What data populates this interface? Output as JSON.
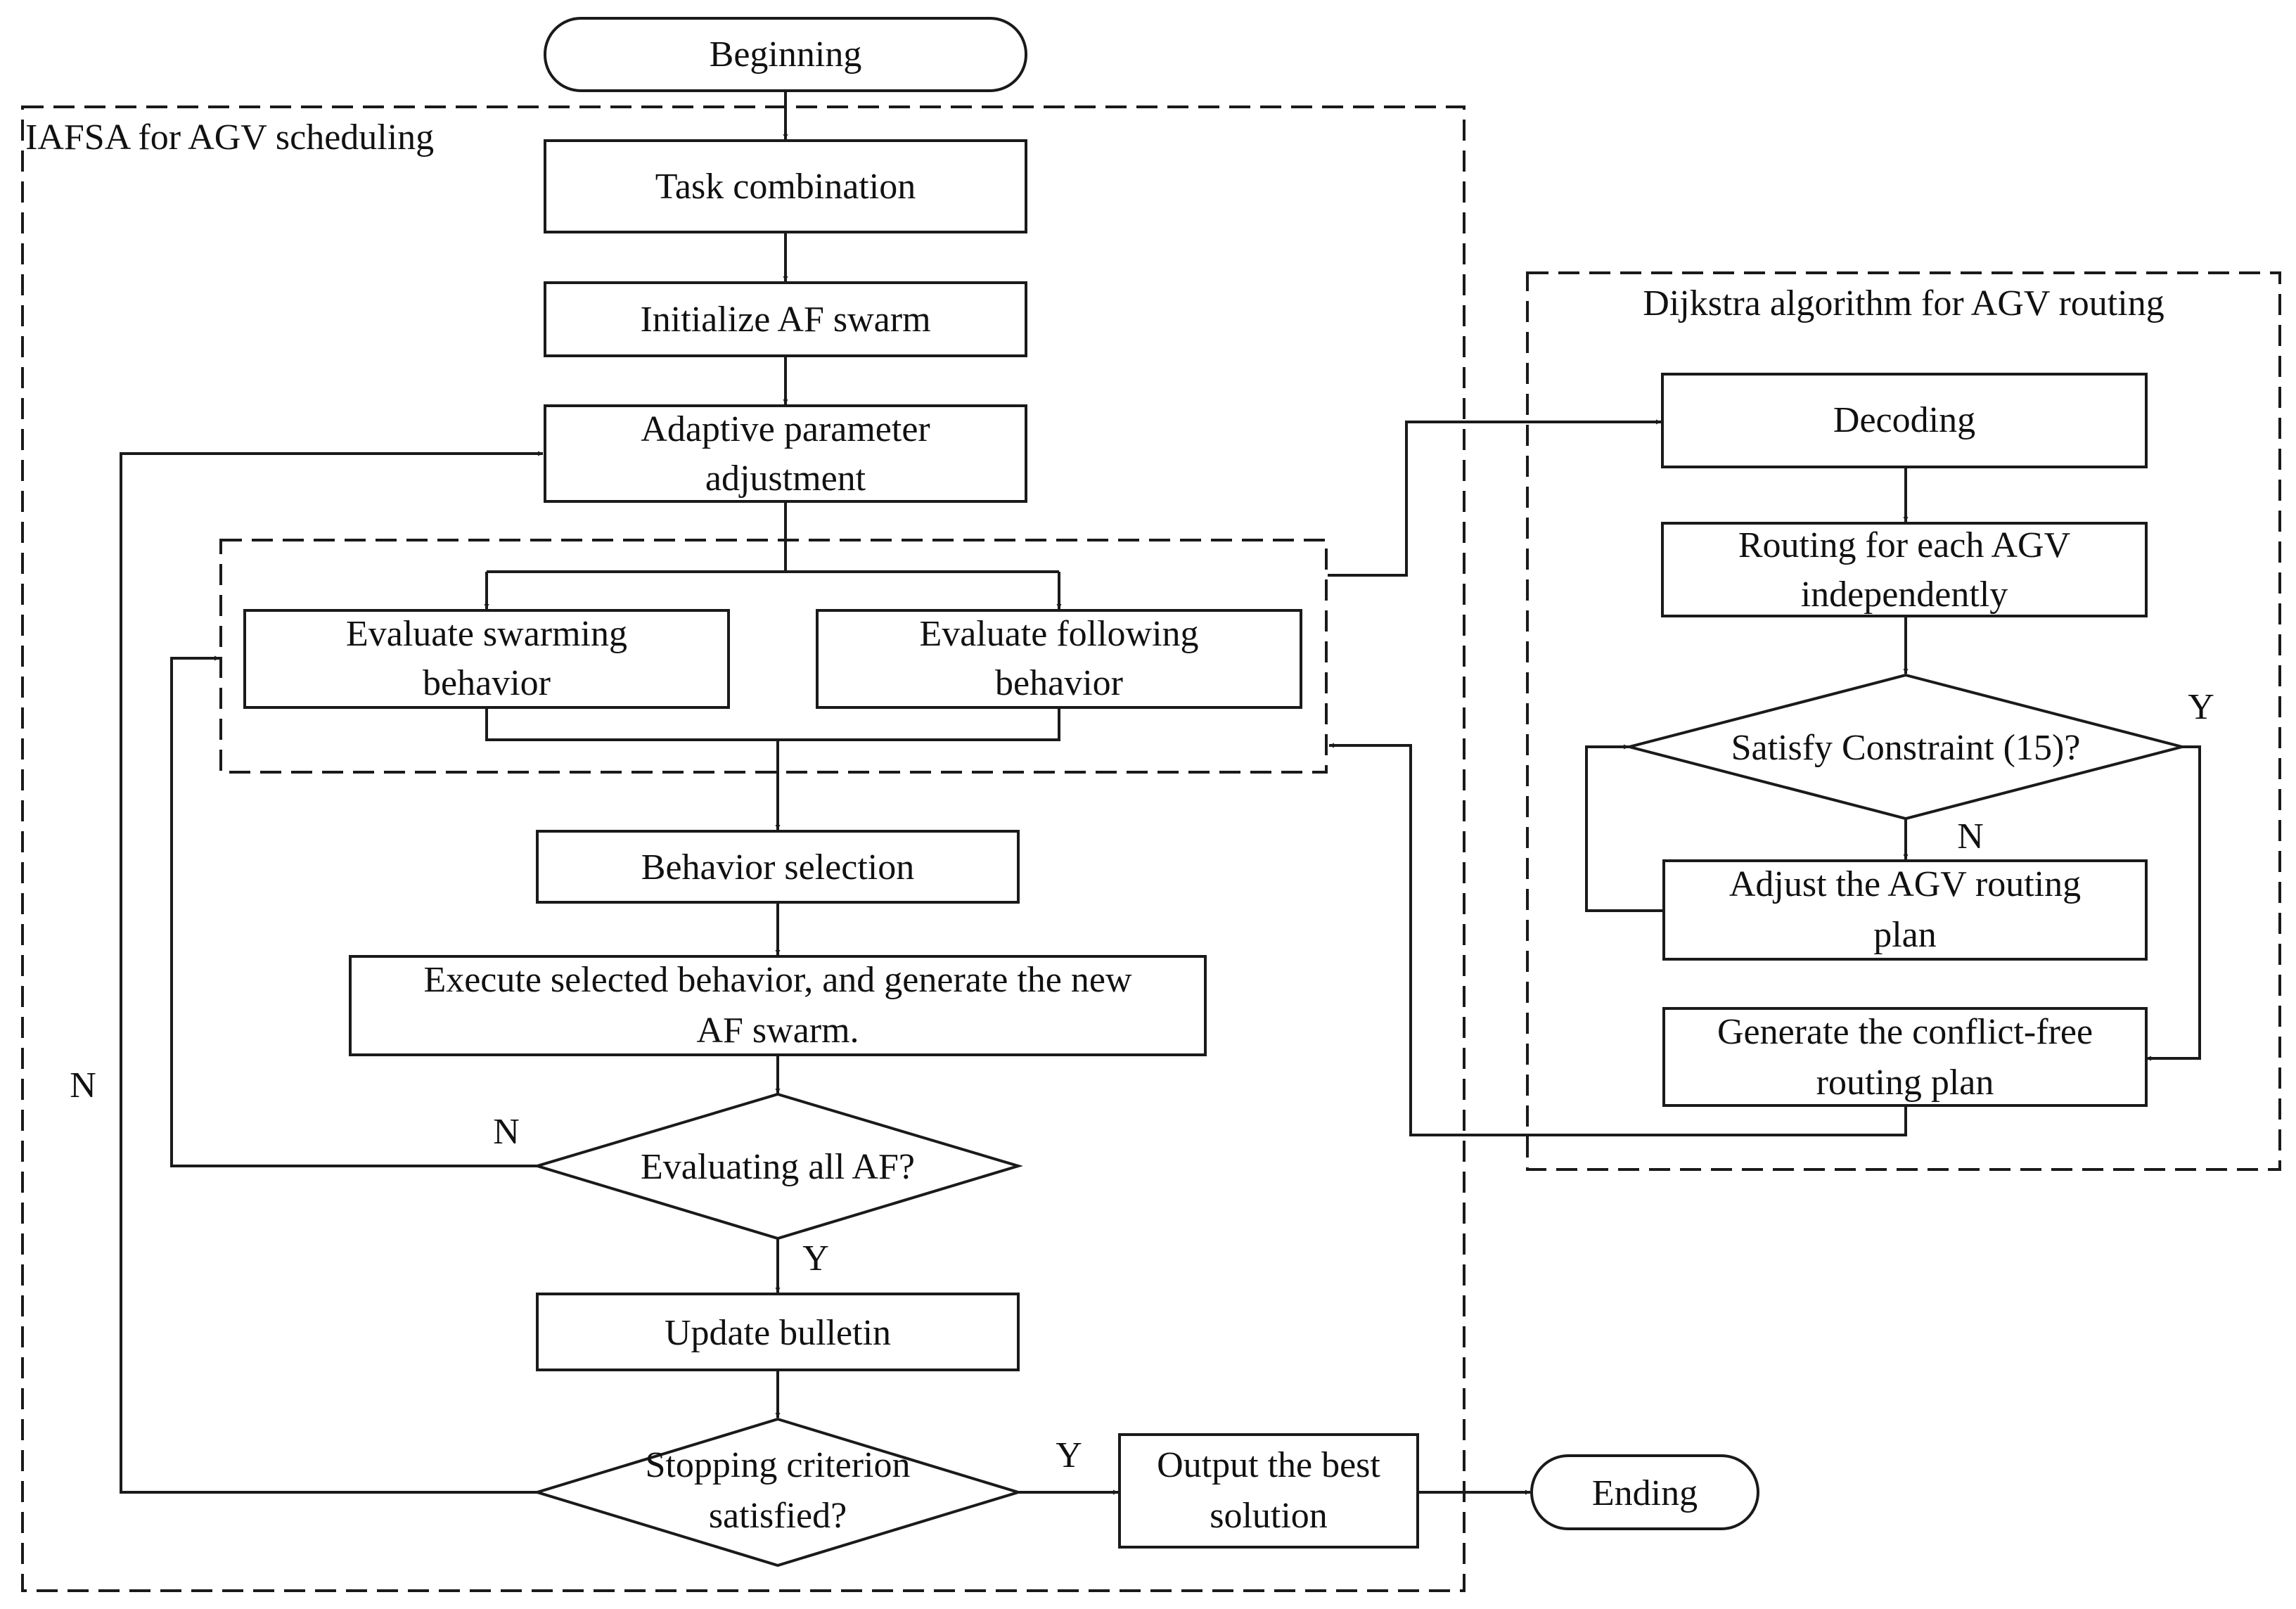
{
  "groups": {
    "iafsa": "IAFSA for AGV scheduling",
    "dijkstra": "Dijkstra algorithm for AGV routing"
  },
  "nodes": {
    "beginning": "Beginning",
    "task_combination": "Task combination",
    "initialize_af_swarm": "Initialize AF swarm",
    "adaptive_parameter": [
      "Adaptive parameter",
      "adjustment"
    ],
    "evaluate_swarming": [
      "Evaluate swarming",
      "behavior"
    ],
    "evaluate_following": [
      "Evaluate following",
      "behavior"
    ],
    "behavior_selection": "Behavior selection",
    "execute_behavior": [
      "Execute selected behavior, and generate the new",
      "AF swarm."
    ],
    "evaluating_all_af": "Evaluating all AF?",
    "update_bulletin": "Update bulletin",
    "stopping_criterion": [
      "Stopping criterion",
      "satisfied?"
    ],
    "output_best": [
      "Output the best",
      "solution"
    ],
    "ending": "Ending",
    "decoding": "Decoding",
    "routing_each_agv": [
      "Routing for each AGV",
      "independently"
    ],
    "satisfy_constraint": "Satisfy Constraint (15)?",
    "adjust_routing": [
      "Adjust the AGV routing",
      "plan"
    ],
    "generate_conflict_free": [
      "Generate the conflict-free",
      "routing plan"
    ]
  },
  "edge_labels": {
    "stopping_no": "N",
    "stopping_yes": "Y",
    "evaluating_no": "N",
    "evaluating_yes": "Y",
    "constraint_yes": "Y",
    "constraint_no": "N"
  }
}
